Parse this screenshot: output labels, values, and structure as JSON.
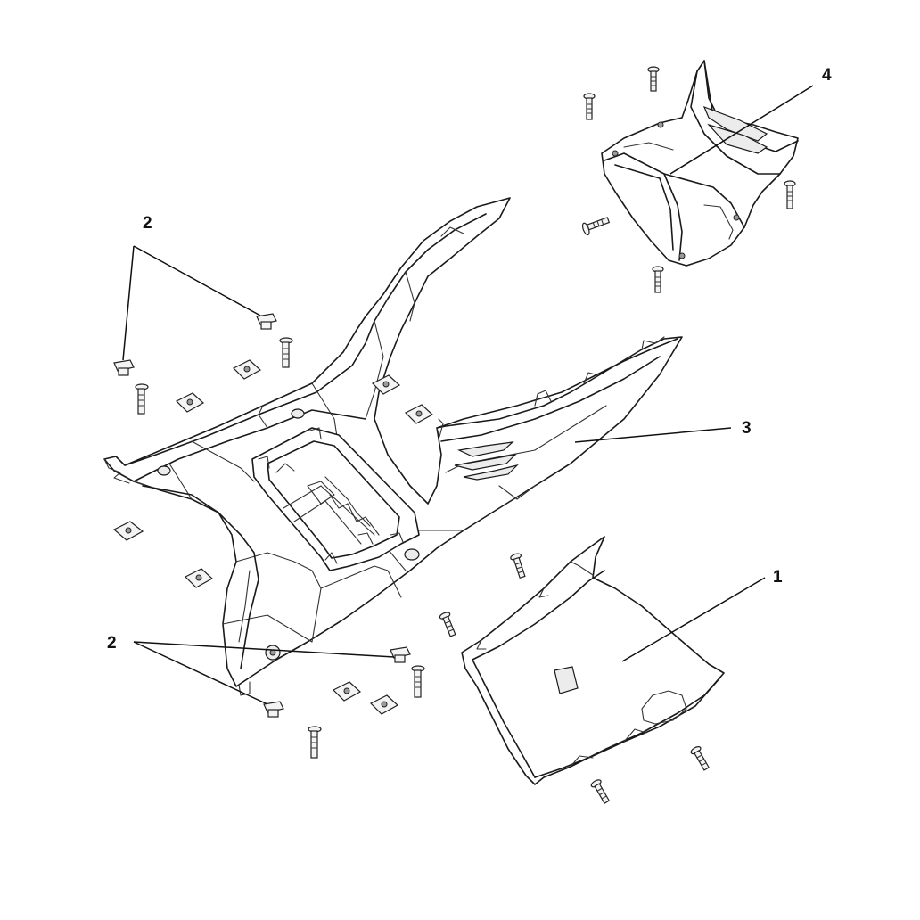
{
  "callouts": {
    "part1": "1",
    "part2_top": "2",
    "part2_bottom": "2",
    "part3": "3",
    "part4": "4"
  }
}
